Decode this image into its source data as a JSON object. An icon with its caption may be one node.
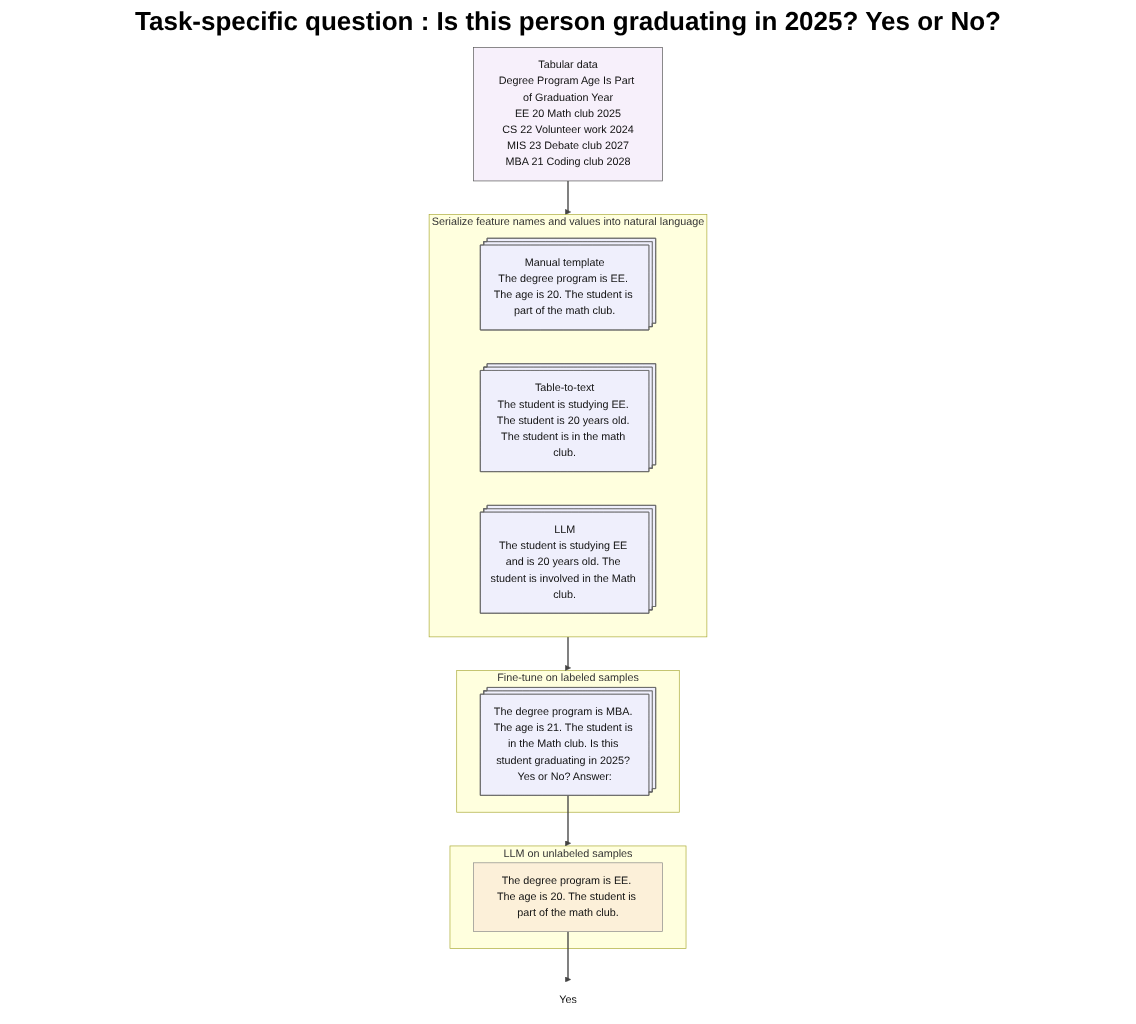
{
  "diagram": {
    "nodes": [
      {
        "text": [
          "Tabular data",
          "Degree Program Age Is Part of Graduation Year",
          "EE 20 Math club 2025",
          "CS 22 Volunteer work 2024",
          "MIS 23 Debate club 2027",
          "MBA 21 Coding club 2028"
        ]
      },
      {
        "text": [
          "Serialize feature names and values into natural language"
        ]
      },
      {
        "text": [
          "Manual template",
          "The degree program is EE. The age is 20. The student is part of the math club."
        ],
        "in": 1
      },
      {
        "text": [
          "Table-to-text",
          "The student is studying EE. The student is 20 years old. The student is in the math club."
        ],
        "in": 1
      },
      {
        "text": [
          "LLM",
          "The student is studying EE and is 20 years old. The student is involved in the Math club."
        ],
        "in": 1
      },
      {
        "text": [
          "Fine-tune on labeled samples"
        ]
      },
      {
        "text": [
          "The degree program is MBA. The age is 21. The student is in the Math club. Is this student graduating in 2025? Yes or No? Answer:"
        ],
        "in": 5
      },
      {
        "text": [
          "LLM on unlabeled samples"
        ]
      },
      {
        "text": [
          "The degree program is EE. The age is 20. The student is part of the math club."
        ],
        "in": 7
      },
      {
        "text": [
          "Yes"
        ]
      }
    ],
    "edges": [
      {
        "from": 0,
        "to": 1,
        "arrow": "to"
      },
      {
        "from": 1,
        "to": 5,
        "arrow": "to"
      },
      {
        "from": 6,
        "to": 7,
        "arrow": "to"
      },
      {
        "from": 8,
        "to": 9,
        "arrow": "to"
      }
    ],
    "labels": [
      "Task-specific question : Is this person graduating in 2025? Yes or No?"
    ]
  }
}
